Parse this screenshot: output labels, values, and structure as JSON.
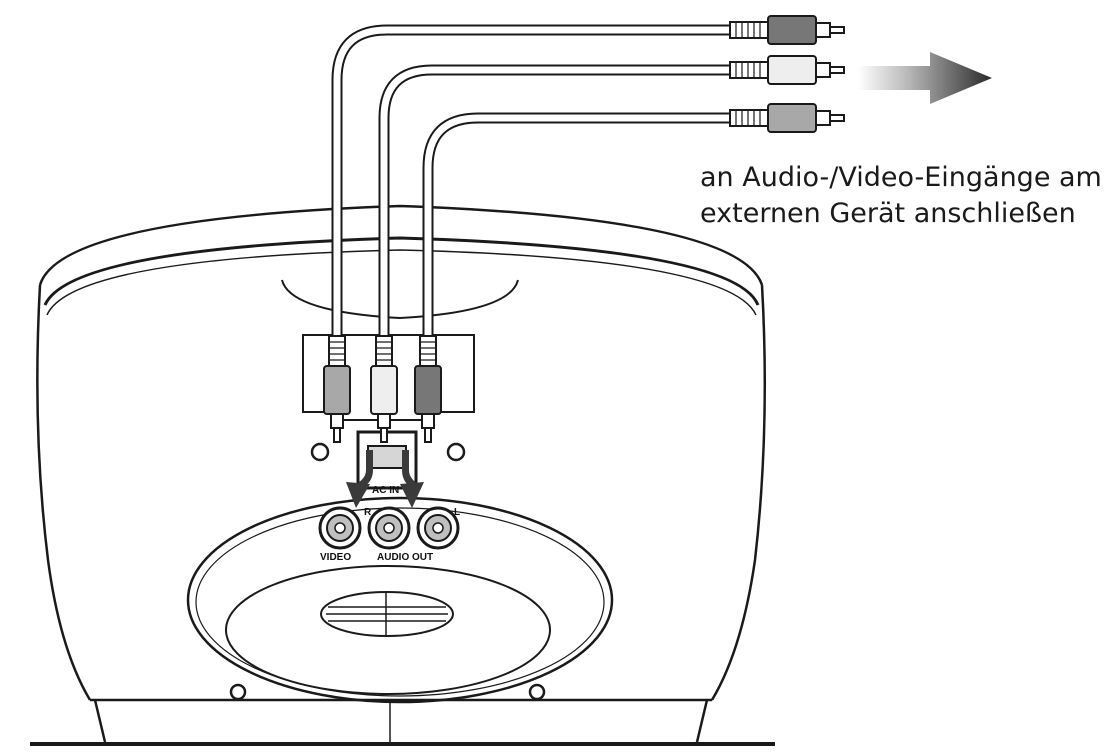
{
  "caption": {
    "line1": "an Audio-/Video-Eingänge am",
    "line2": "externen Gerät anschließen"
  },
  "panel": {
    "ac_in_label": "AC IN",
    "r_label": "R",
    "l_label": "L",
    "video_label": "VIDEO",
    "audio_out_label": "AUDIO OUT"
  },
  "icons": [
    "direction-arrow-icon",
    "insert-arrow-icon"
  ],
  "colors": {
    "line": "#1a1a1a",
    "plug_red": "#777777",
    "plug_white": "#eeeeee",
    "plug_yellow": "#a8a8a8"
  }
}
